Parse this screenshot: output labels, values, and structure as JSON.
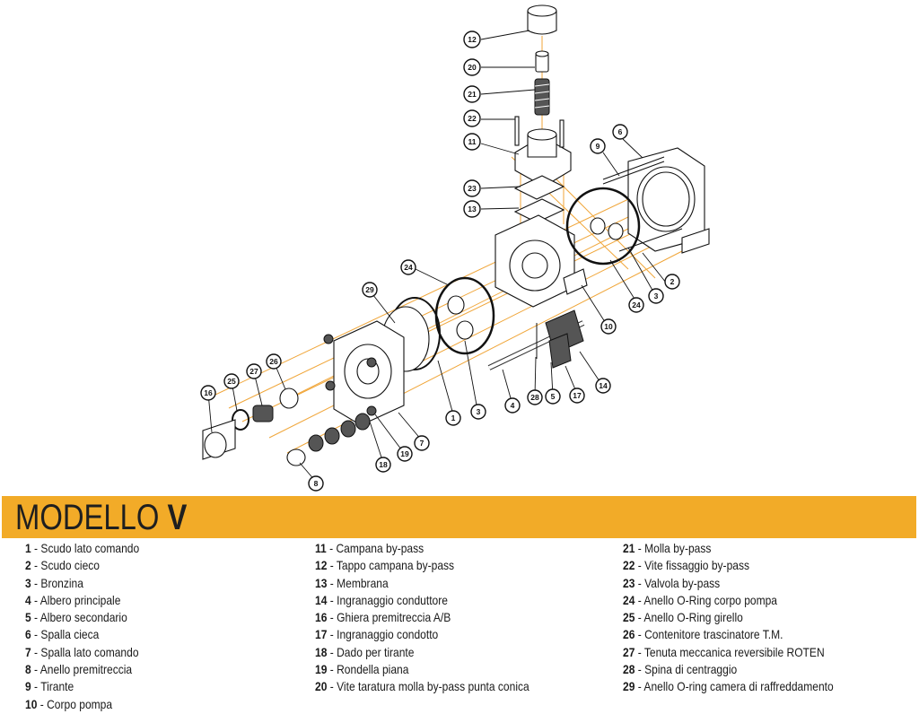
{
  "header": {
    "title_prefix": "MODELLO",
    "title_model": "V"
  },
  "colors": {
    "banner": "#f2ab28",
    "axis_lines": "#f0a63a",
    "ink": "#111111"
  },
  "diagram": {
    "callouts": [
      "1",
      "2",
      "3",
      "4",
      "5",
      "6",
      "7",
      "8",
      "9",
      "10",
      "11",
      "12",
      "13",
      "14",
      "16",
      "17",
      "18",
      "19",
      "20",
      "21",
      "22",
      "23",
      "24",
      "25",
      "26",
      "27",
      "28",
      "29"
    ]
  },
  "legend": {
    "columns": [
      [
        {
          "num": "1",
          "label": "Scudo lato comando"
        },
        {
          "num": "2",
          "label": "Scudo cieco"
        },
        {
          "num": "3",
          "label": "Bronzina"
        },
        {
          "num": "4",
          "label": "Albero principale"
        },
        {
          "num": "5",
          "label": "Albero secondario"
        },
        {
          "num": "6",
          "label": "Spalla cieca"
        },
        {
          "num": "7",
          "label": "Spalla lato comando"
        },
        {
          "num": "8",
          "label": "Anello premitreccia"
        },
        {
          "num": "9",
          "label": "Tirante"
        },
        {
          "num": "10",
          "label": "Corpo pompa"
        }
      ],
      [
        {
          "num": "11",
          "label": "Campana by-pass"
        },
        {
          "num": "12",
          "label": "Tappo campana by-pass"
        },
        {
          "num": "13",
          "label": "Membrana"
        },
        {
          "num": "14",
          "label": "Ingranaggio conduttore"
        },
        {
          "num": "16",
          "label": "Ghiera premitreccia A/B"
        },
        {
          "num": "17",
          "label": "Ingranaggio condotto"
        },
        {
          "num": "18",
          "label": "Dado per tirante"
        },
        {
          "num": "19",
          "label": "Rondella piana"
        },
        {
          "num": "20",
          "label": "Vite taratura molla by-pass punta conica"
        }
      ],
      [
        {
          "num": "21",
          "label": "Molla by-pass"
        },
        {
          "num": "22",
          "label": "Vite fissaggio by-pass"
        },
        {
          "num": "23",
          "label": "Valvola by-pass"
        },
        {
          "num": "24",
          "label": "Anello O-Ring corpo pompa"
        },
        {
          "num": "25",
          "label": "Anello O-Ring girello"
        },
        {
          "num": "26",
          "label": "Contenitore trascinatore T.M."
        },
        {
          "num": "27",
          "label": "Tenuta meccanica reversibile ROTEN"
        },
        {
          "num": "28",
          "label": "Spina di centraggio"
        },
        {
          "num": "29",
          "label": "Anello O-ring camera di raffreddamento"
        }
      ]
    ]
  }
}
